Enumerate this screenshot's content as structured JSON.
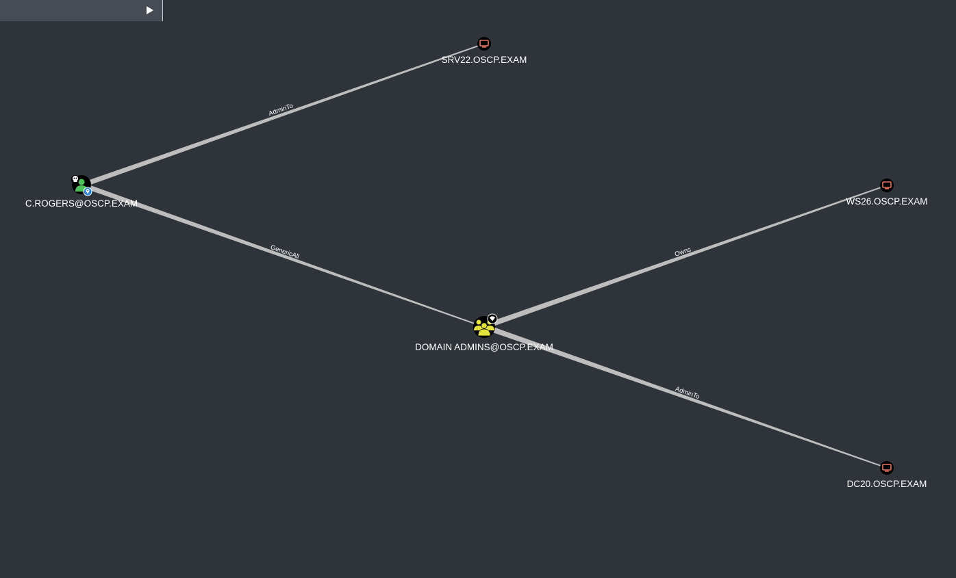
{
  "toolbar": {
    "play_icon": "play-icon"
  },
  "nodes": {
    "crogers": {
      "label": "C.ROGERS@OSCP.EXAM",
      "type": "user",
      "badges": [
        "skull-icon",
        "location-pin-icon"
      ]
    },
    "srv22": {
      "label": "SRV22.OSCP.EXAM",
      "type": "computer"
    },
    "ws26": {
      "label": "WS26.OSCP.EXAM",
      "type": "computer"
    },
    "dc20": {
      "label": "DC20.OSCP.EXAM",
      "type": "computer"
    },
    "domainadmins": {
      "label": "DOMAIN ADMINS@OSCP.EXAM",
      "type": "group",
      "badges": [
        "diamond-icon"
      ]
    }
  },
  "edges": [
    {
      "from": "crogers",
      "to": "srv22",
      "label": "AdminTo"
    },
    {
      "from": "crogers",
      "to": "domainadmins",
      "label": "GenericAll"
    },
    {
      "from": "domainadmins",
      "to": "ws26",
      "label": "Owns"
    },
    {
      "from": "domainadmins",
      "to": "dc20",
      "label": "AdminTo"
    }
  ],
  "colors": {
    "background": "#2f333a",
    "edge": "#c8c8c8",
    "computer_icon": "#e8735f",
    "user_icon": "#4ec25a",
    "group_icon": "#e3e33c",
    "node_bg": "#000000"
  }
}
